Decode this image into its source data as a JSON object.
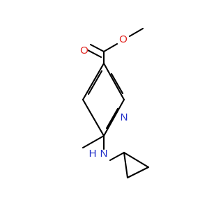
{
  "molecule": {
    "atoms": {
      "carbonyl_oxygen": "O",
      "ester_oxygen": "O",
      "ring_nitrogen": "N",
      "amine_nitrogen_n": "N",
      "amine_nitrogen_h": "H"
    },
    "colors": {
      "bond": "#000000",
      "oxygen": "#e0211c",
      "nitrogen": "#1f2ec8",
      "background": "#ffffff"
    }
  }
}
